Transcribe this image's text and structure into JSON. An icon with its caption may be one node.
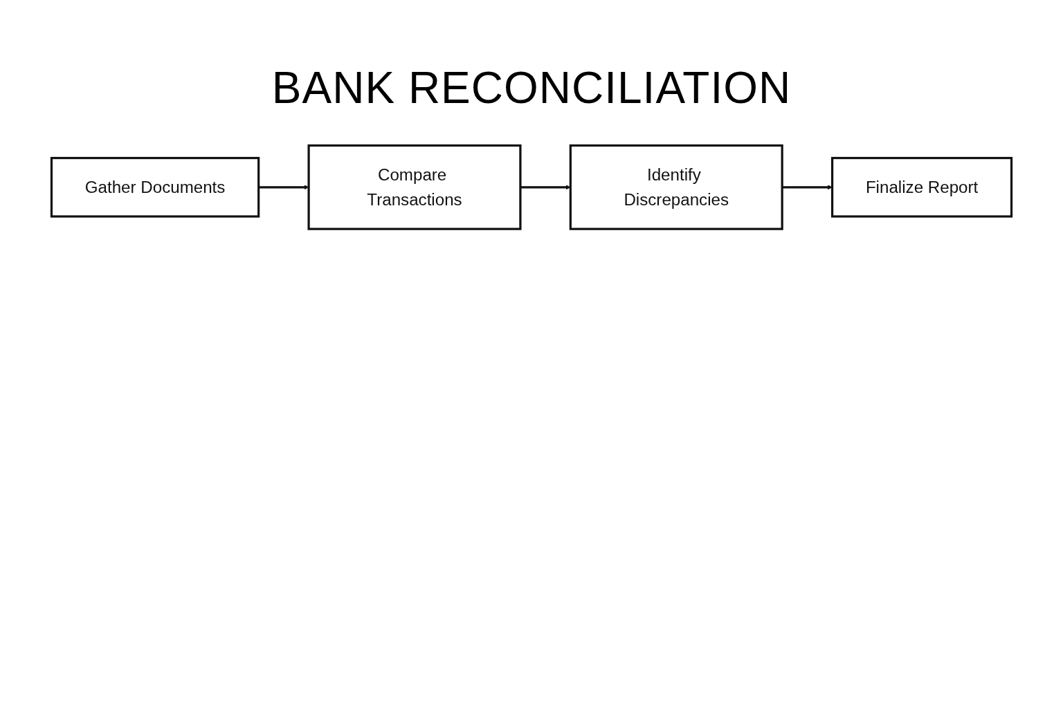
{
  "diagram": {
    "title": "BANK RECONCILIATION",
    "nodes": [
      {
        "text": [
          "Gather Documents"
        ]
      },
      {
        "text": [
          "Compare Transactions"
        ]
      },
      {
        "text": [
          "Identify Discrepancies"
        ]
      },
      {
        "text": [
          "Finalize Report"
        ]
      }
    ],
    "edges": [
      {
        "from": 0,
        "to": 1,
        "arrow": "to"
      },
      {
        "from": 1,
        "to": 2,
        "arrow": "to"
      },
      {
        "from": 2,
        "to": 3,
        "arrow": "to"
      }
    ]
  }
}
